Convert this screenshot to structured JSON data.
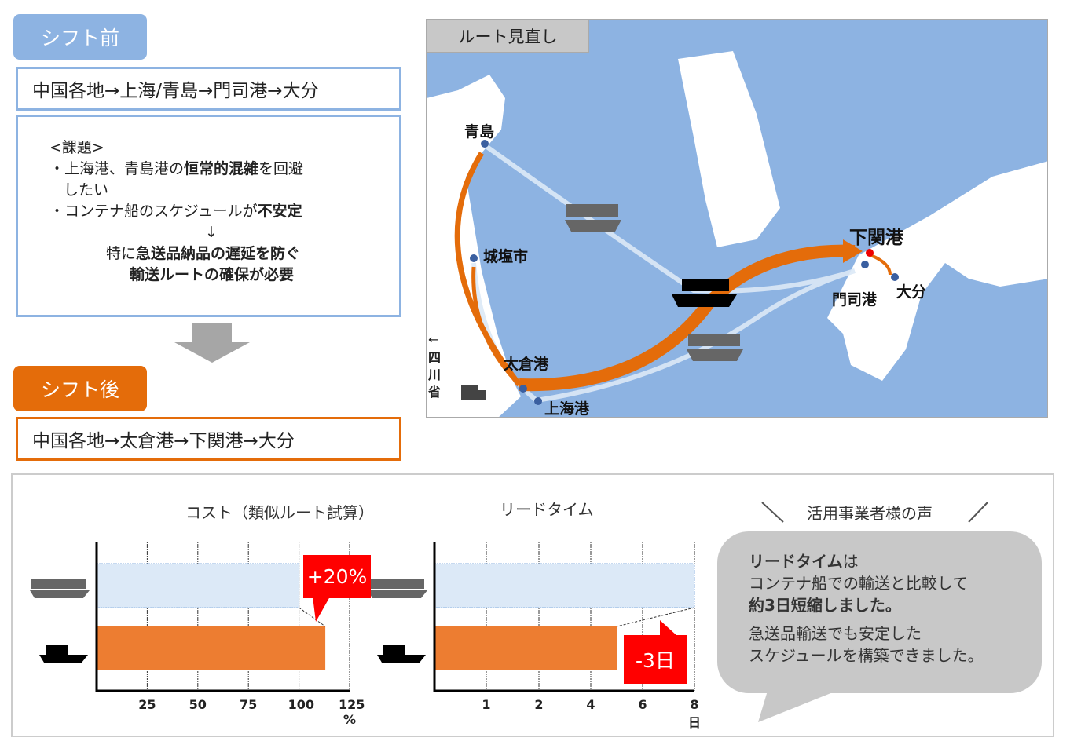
{
  "before": {
    "tag": "シフト前",
    "route": "中国各地→上海/青島→門司港→大分"
  },
  "issues": {
    "heading": "<課題>",
    "line1_a": "・上海港、青島港の",
    "line1_b": "恒常的混雑",
    "line1_c": "を回避",
    "line1_d": "したい",
    "line2_a": "・コンテナ船のスケジュールが",
    "line2_b": "不安定",
    "arrow": "↓",
    "conclusion_a": "特に",
    "conclusion_b": "急送品納品の遅延を防ぐ",
    "conclusion_c": "輸送ルートの確保が必要"
  },
  "after": {
    "tag": "シフト後",
    "route": "中国各地→太倉港→下関港→大分"
  },
  "map": {
    "title": "ルート見直し",
    "labels": {
      "qingdao": "青島",
      "chengshi": "城塩市",
      "taicang": "太倉港",
      "shanghai": "上海港",
      "shimonoseki": "下関港",
      "moji": "門司港",
      "oita": "大分",
      "sichuan_arrow": "←",
      "sichuan": "四川省"
    }
  },
  "colors": {
    "orange": "#e46c0a",
    "blue": "#8db3e2",
    "red": "#ff0000",
    "bar_orange": "#ed7d31",
    "bar_blue": "#dce9f7"
  },
  "chart_data": [
    {
      "type": "bar",
      "title": "コスト（類似ルート試算）",
      "categories": [
        "container-ship",
        "ferry"
      ],
      "values": [
        100,
        113
      ],
      "ticks": [
        "25",
        "50",
        "75",
        "100",
        "125"
      ],
      "unit": "%",
      "xlim": [
        0,
        125
      ],
      "annotation": "+20%"
    },
    {
      "type": "bar",
      "title": "リードタイム",
      "categories": [
        "container-ship",
        "ferry"
      ],
      "values": [
        8,
        5
      ],
      "ticks": [
        "1",
        "2",
        "4",
        "6",
        "8"
      ],
      "unit": "日",
      "annotation": "-3日"
    }
  ],
  "voice": {
    "title": "活用事業者様の声",
    "p1_a": "リードタイム",
    "p1_b": "は",
    "p1_c": "コンテナ船での輸送と比較して",
    "p1_d": "約3日短縮しました。",
    "p2_a": "急送品輸送でも安定した",
    "p2_b": "スケジュールを構築できました。"
  }
}
